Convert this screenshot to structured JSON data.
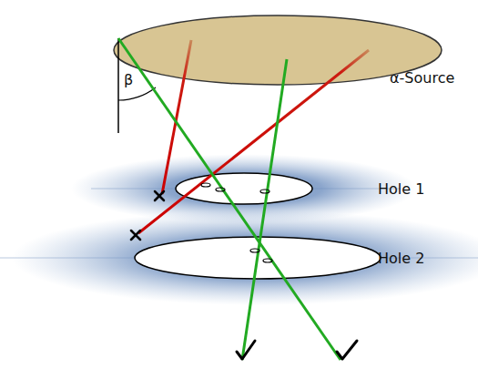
{
  "diagram": {
    "labels": [
      "α-Source",
      "β",
      "Hole 1",
      "Hole 2"
    ]
  }
}
